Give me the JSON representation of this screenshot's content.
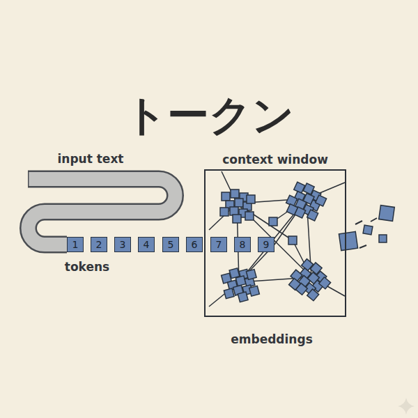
{
  "diagram": {
    "title": "トークン",
    "nodes": [
      {
        "text": [
          "1"
        ]
      },
      {
        "text": [
          "2"
        ]
      },
      {
        "text": [
          "3"
        ]
      },
      {
        "text": [
          "4"
        ]
      },
      {
        "text": [
          "5"
        ]
      },
      {
        "text": [
          "6"
        ]
      },
      {
        "text": [
          "context window"
        ]
      },
      {
        "text": [
          "7"
        ],
        "in": 6
      },
      {
        "text": [
          "8"
        ],
        "in": 6
      },
      {
        "text": [
          "9"
        ],
        "in": 6
      }
    ],
    "labels": [
      "input text",
      "tokens",
      "embeddings"
    ]
  }
}
